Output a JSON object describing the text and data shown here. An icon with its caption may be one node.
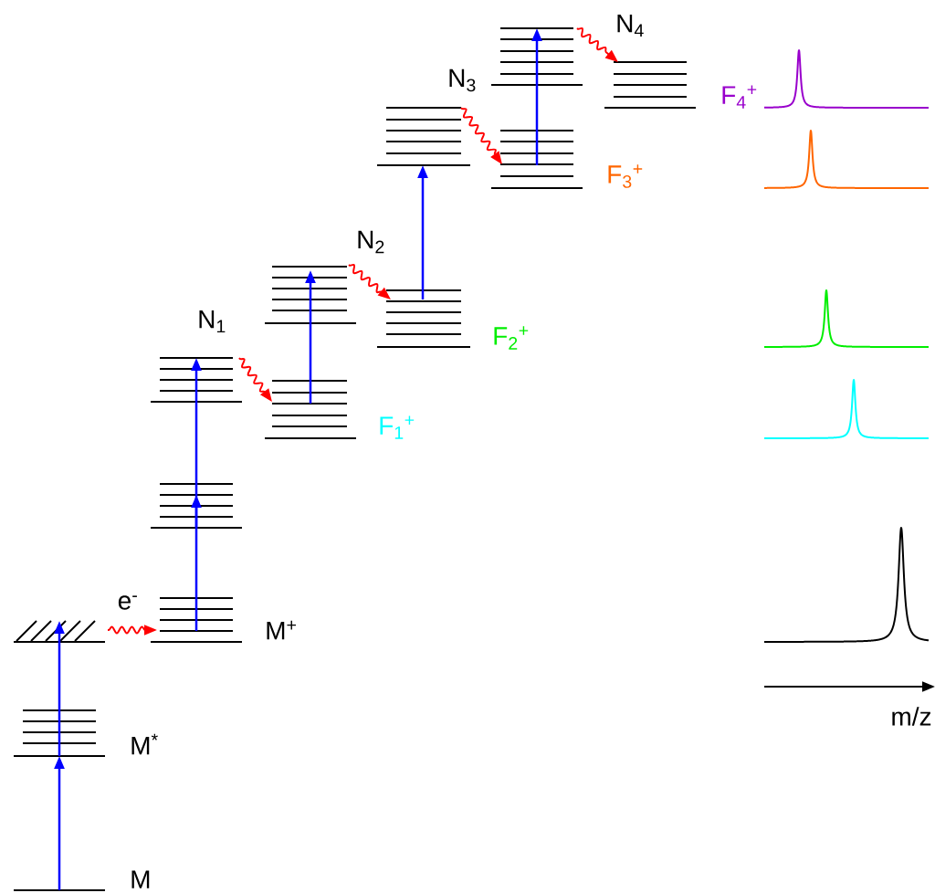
{
  "diagram": {
    "nodes": [
      {
        "text": [],
        "shape": "bar",
        "beside": [
          "M"
        ]
      },
      {
        "text": [],
        "shape": "bar",
        "beside": [
          "M$^{*}$"
        ]
      },
      {
        "text": [],
        "shape": "bar"
      },
      {
        "text": [],
        "shape": "bar",
        "beside": [
          "M$^{+}$"
        ]
      },
      {
        "text": [],
        "shape": "bar"
      },
      {
        "text": [],
        "shape": "bar"
      },
      {
        "text": [],
        "shape": "bar",
        "beside": [
          "F$_{1}$$^{+}$"
        ]
      },
      {
        "text": [],
        "shape": "bar"
      },
      {
        "text": [],
        "shape": "bar",
        "beside": [
          "F$_{2}$$^{+}$"
        ]
      },
      {
        "text": [],
        "shape": "bar"
      },
      {
        "text": [],
        "shape": "bar",
        "beside": [
          "F$_{3}$$^{+}$"
        ]
      },
      {
        "text": [],
        "shape": "bar"
      },
      {
        "text": [],
        "shape": "bar",
        "beside": [
          "F$_{4}$$^{+}$"
        ]
      }
    ],
    "edges": [
      {
        "from": 0,
        "to": 1,
        "arrow": "to"
      },
      {
        "from": 1,
        "to": 2,
        "arrow": "to"
      },
      {
        "from": 2,
        "to": 3,
        "arrow": "to",
        "label": "e$^{-}$",
        "color": "#ff0000"
      },
      {
        "from": 3,
        "to": 4,
        "arrow": "to"
      },
      {
        "from": 4,
        "to": 5,
        "arrow": "to"
      },
      {
        "from": 5,
        "to": 6,
        "arrow": "to",
        "label": "N$_{1}$",
        "color": "#ff0000"
      },
      {
        "from": 6,
        "to": 7,
        "arrow": "to"
      },
      {
        "from": 7,
        "to": 8,
        "arrow": "to",
        "label": "N$_{2}$",
        "color": "#ff0000"
      },
      {
        "from": 8,
        "to": 9,
        "arrow": "to"
      },
      {
        "from": 9,
        "to": 10,
        "arrow": "to",
        "label": "N$_{3}$",
        "color": "#ff0000"
      },
      {
        "from": 10,
        "to": 11,
        "arrow": "to"
      },
      {
        "from": 11,
        "to": 12,
        "arrow": "to",
        "label": "N$_{4}$",
        "color": "#ff0000"
      }
    ],
    "labels": [
      "m/z"
    ]
  }
}
